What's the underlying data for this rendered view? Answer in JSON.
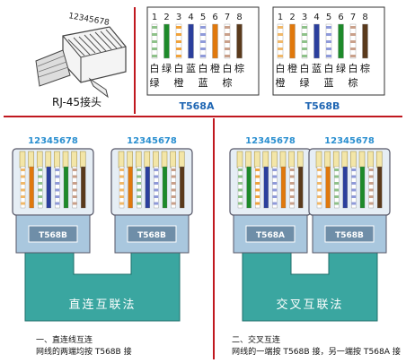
{
  "top_left": {
    "pin_numbers": "12345678",
    "label": "RJ-45接头"
  },
  "tables": [
    {
      "id": "t568a",
      "title": "T568A",
      "pins": [
        "1",
        "2",
        "3",
        "4",
        "5",
        "6",
        "7",
        "8"
      ],
      "top_row": [
        "白",
        "绿",
        "白",
        "蓝",
        "白",
        "橙",
        "白",
        "棕"
      ],
      "bottom_row": [
        "绿",
        "橙",
        "蓝",
        "棕"
      ],
      "wire_colors": [
        "#8fc18a",
        "#1d8a2a",
        "#f0a33c",
        "#2b3f9d",
        "#8f9ad9",
        "#e0780c",
        "#c9a08a",
        "#5a3a1c"
      ],
      "striped": [
        true,
        false,
        true,
        false,
        true,
        false,
        true,
        false
      ]
    },
    {
      "id": "t568b",
      "title": "T568B",
      "pins": [
        "1",
        "2",
        "3",
        "4",
        "5",
        "6",
        "7",
        "8"
      ],
      "top_row": [
        "白",
        "橙",
        "白",
        "蓝",
        "白",
        "绿",
        "白",
        "棕"
      ],
      "bottom_row": [
        "橙",
        "绿",
        "蓝",
        "棕"
      ],
      "wire_colors": [
        "#f0b86a",
        "#e0780c",
        "#8fc18a",
        "#2b3f9d",
        "#8f9ad9",
        "#1d8a2a",
        "#c9a08a",
        "#5a3a1c"
      ],
      "striped": [
        true,
        false,
        true,
        false,
        true,
        false,
        true,
        false
      ]
    }
  ],
  "diagrams": [
    {
      "id": "straight",
      "plugs": [
        {
          "pins": "12345678",
          "standard": "T568B"
        },
        {
          "pins": "12345678",
          "standard": "T568B"
        }
      ],
      "band_label": "直连互联法",
      "caption_line1": "一、直连线互连",
      "caption_line2": "网线的两端均按 T568B 接"
    },
    {
      "id": "crossover",
      "plugs": [
        {
          "pins": "12345678",
          "standard": "T568A"
        },
        {
          "pins": "12345678",
          "standard": "T568B"
        }
      ],
      "band_label": "交叉互联法",
      "caption_line1": "二、交叉互连",
      "caption_line2": "网线的一端按 T568B 接，另一端按 T568A 接"
    }
  ],
  "colors": {
    "divider": "#c0181f",
    "band": "#3aa6a0",
    "plug_body": "#a9c7de",
    "plug_label_bg": "#6f8ea8"
  }
}
